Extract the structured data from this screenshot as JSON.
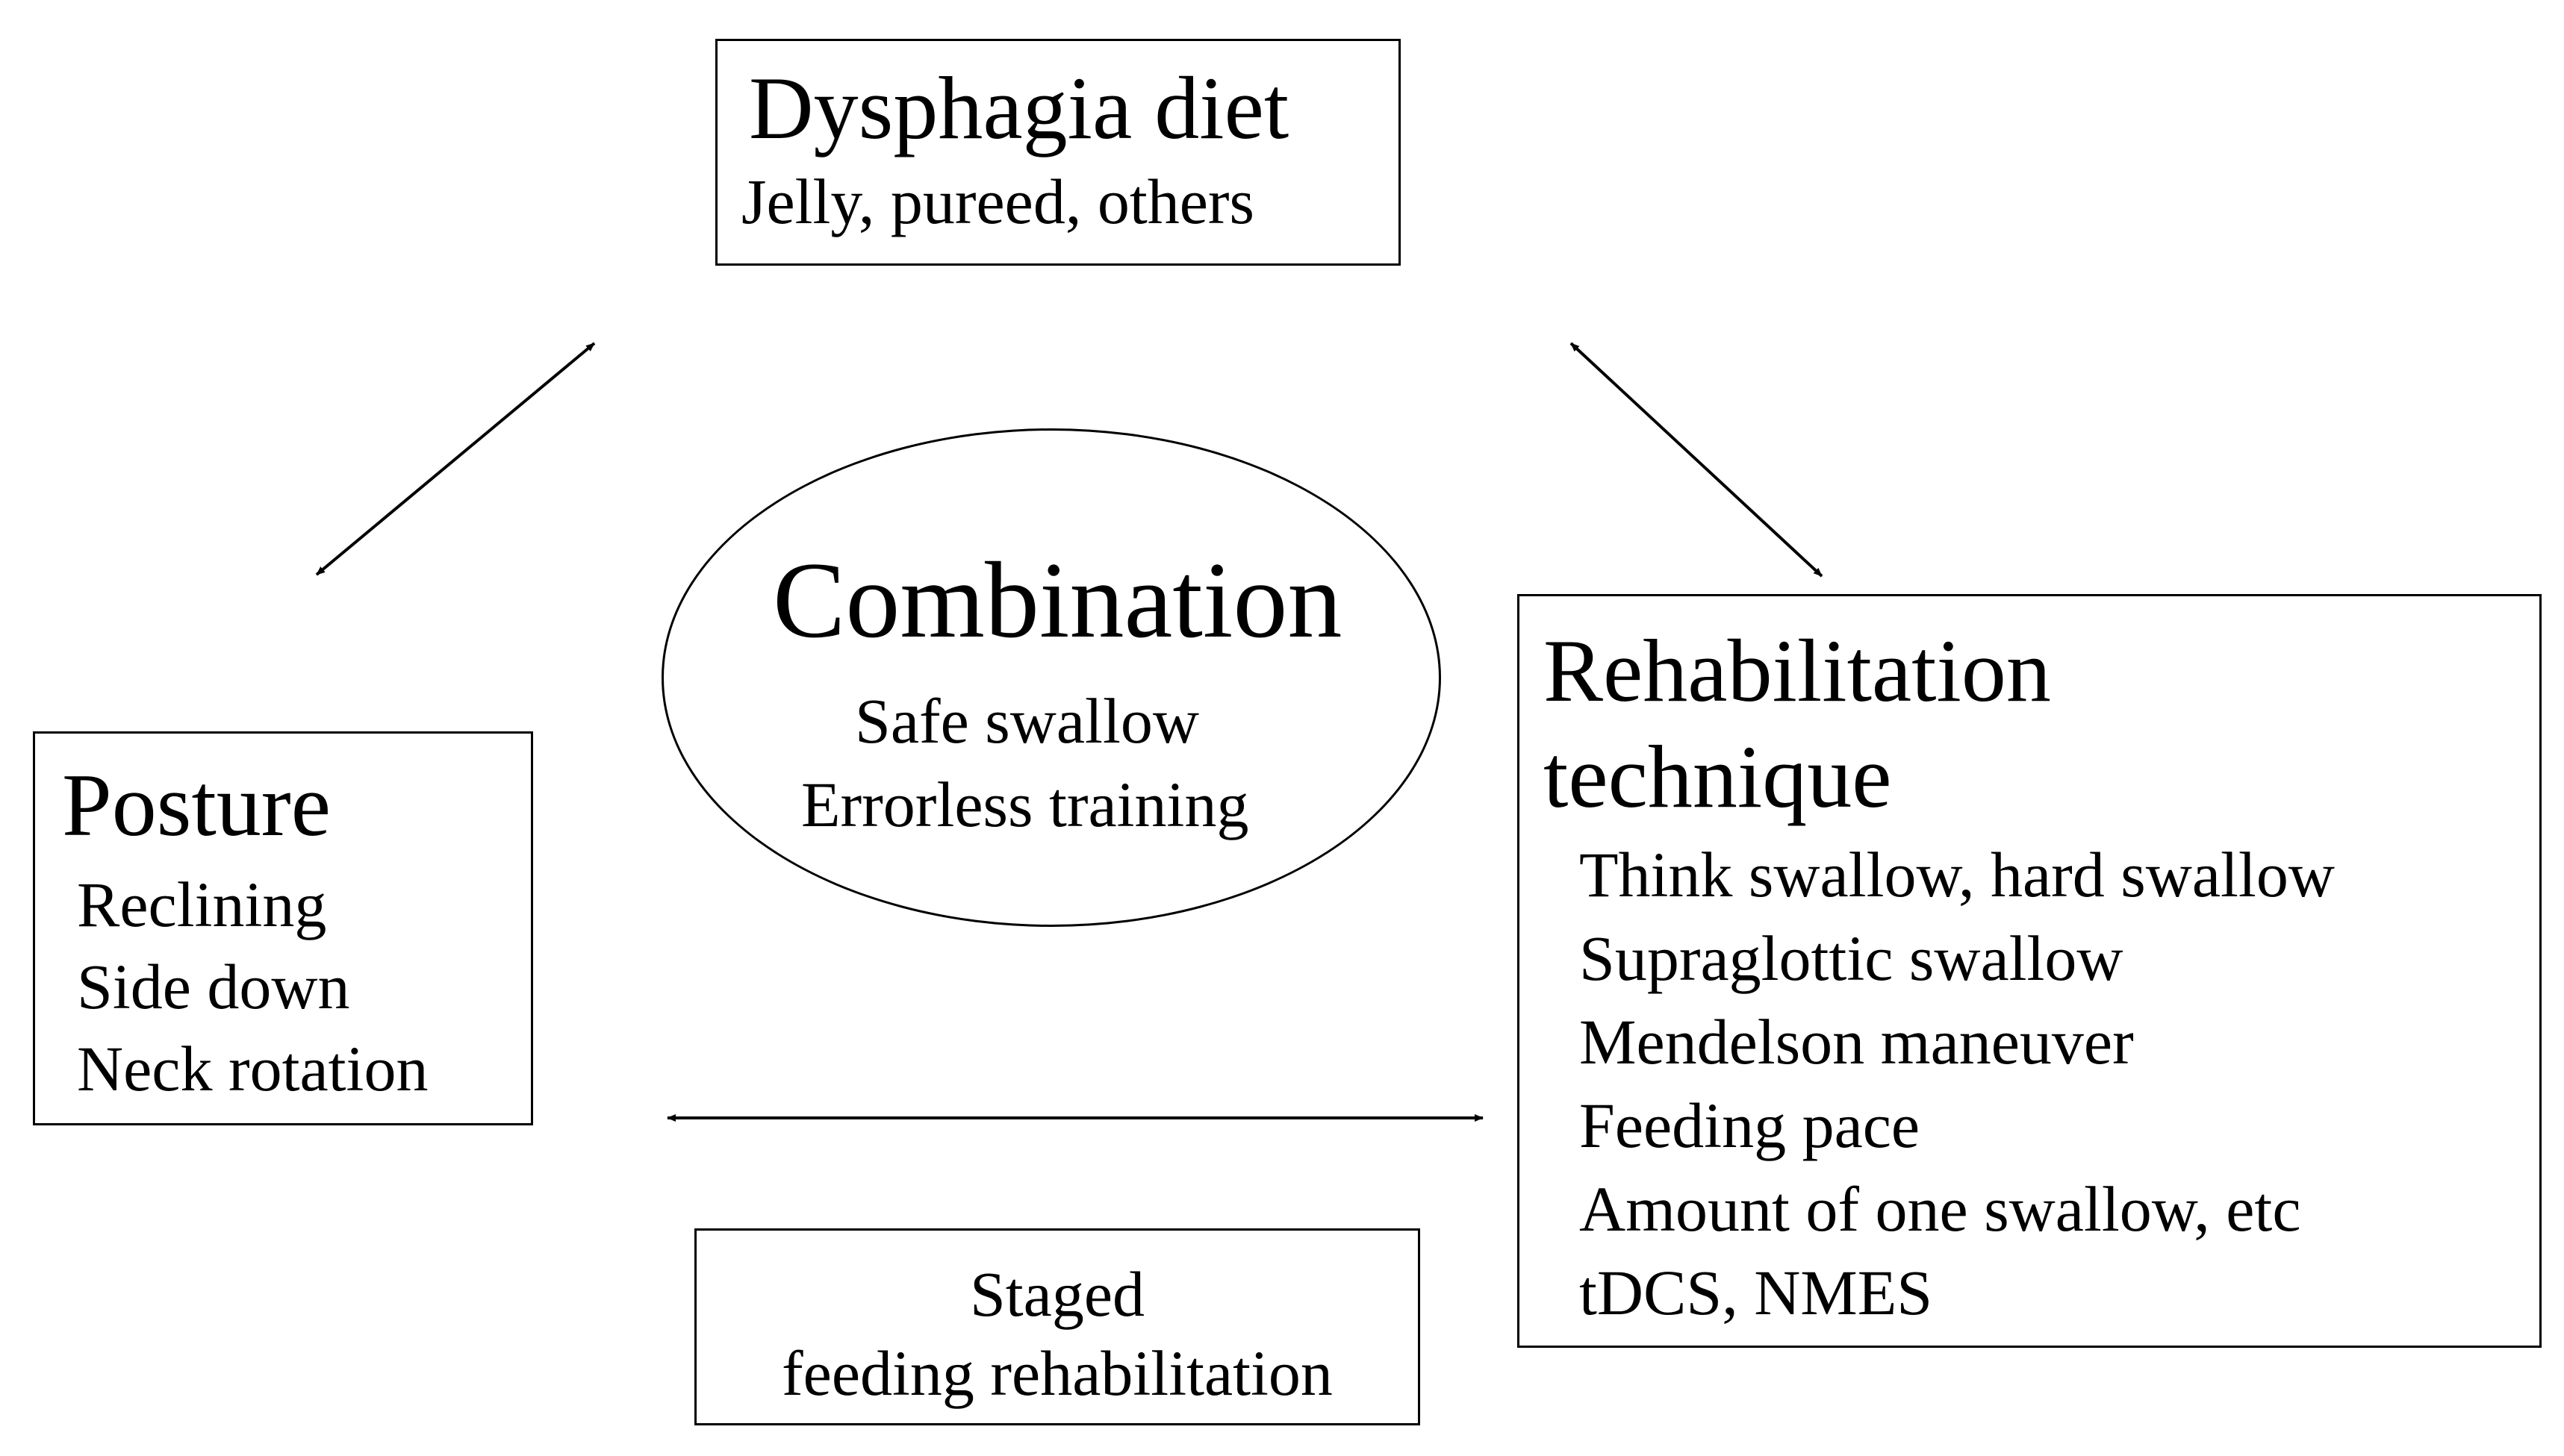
{
  "diet": {
    "title": "Dysphagia diet",
    "subtitle": "Jelly, pureed, others"
  },
  "posture": {
    "title": "Posture",
    "items": [
      "Reclining",
      "Side down",
      "Neck rotation"
    ]
  },
  "rehabilitation": {
    "title_line1": "Rehabilitation",
    "title_line2": "technique",
    "items": [
      "Think swallow,  hard swallow",
      "Supraglottic swallow",
      "Mendelson maneuver",
      "Feeding pace",
      "Amount of one swallow, etc",
      "tDCS, NMES"
    ]
  },
  "combination": {
    "title": "Combination",
    "lines": [
      "Safe swallow",
      "Errorless training"
    ]
  },
  "staged": {
    "lines": [
      "Staged",
      "feeding rehabilitation"
    ]
  },
  "connections": [
    {
      "from": "posture",
      "to": "diet",
      "style": "double-arrow"
    },
    {
      "from": "diet",
      "to": "rehabilitation",
      "style": "double-arrow"
    },
    {
      "from": "posture",
      "to": "rehabilitation",
      "style": "double-arrow"
    }
  ]
}
